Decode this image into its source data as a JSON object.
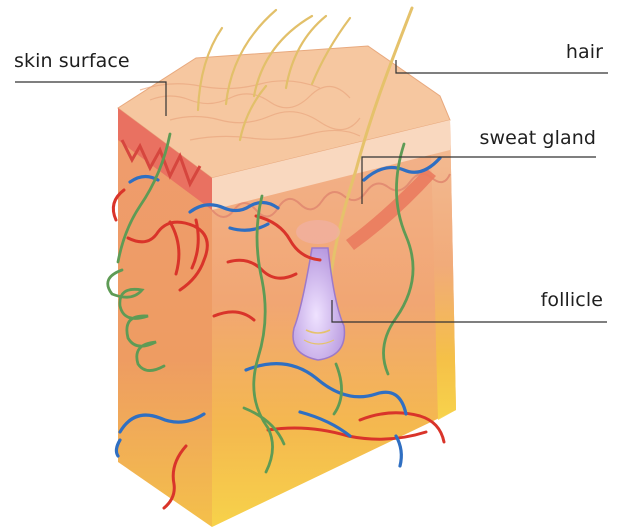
{
  "diagram": {
    "labels": {
      "skin_surface": "skin surface",
      "hair": "hair",
      "sweat_gland": "sweat gland",
      "follicle": "follicle"
    },
    "colors": {
      "epidermis": "#f2b38e",
      "surface": "#f7c9a4",
      "dermis": "#f1a677",
      "subcutaneous": "#f5c13a",
      "artery": "#d9342a",
      "vein": "#2f6fc2",
      "nerve": "#5e9b55",
      "hair": "#e7c76a",
      "follicle": "#cbb2ea",
      "leader_line": "#333333"
    }
  }
}
